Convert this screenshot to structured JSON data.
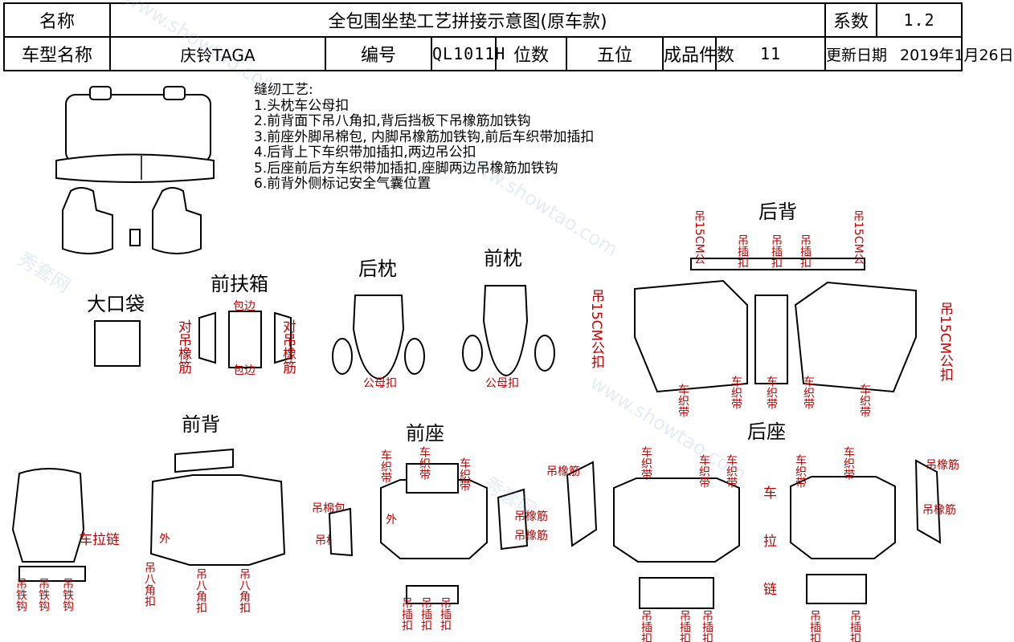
{
  "header": {
    "name_label": "名称",
    "title": "全包围坐垫工艺拼接示意图(原车款)",
    "coef_label": "系数",
    "coef_value": "1.2",
    "model_label": "车型名称",
    "model_value": "庆铃TAGA",
    "code_label": "编号",
    "code_value": "QL1011H",
    "seats_label": "位数",
    "seats_value": "五位",
    "pieces_label": "成品件数",
    "pieces_value": "11",
    "date_label": "更新日期",
    "date_value": "2019年1月26日"
  },
  "instructions": {
    "heading": "缝纫工艺:",
    "items": [
      "1.头枕车公母扣",
      "2.前背面下吊八角扣,背后挡板下吊橡筋加铁钩",
      "3.前座外脚吊棉包, 内脚吊橡筋加铁钩,前后车织带加插扣",
      "4.后背上下车织带加插扣,两边吊公扣",
      "5.后座前后方车织带加插扣,座脚两边吊橡筋加铁钩",
      "6.前背外侧标记安全气囊位置"
    ]
  },
  "sections": {
    "big_pocket": "大口袋",
    "front_armrest": "前扶箱",
    "rear_headrest": "后枕",
    "front_headrest": "前枕",
    "rear_back": "后背",
    "front_back": "前背",
    "front_seat": "前座",
    "rear_seat": "后座"
  },
  "labels": {
    "dui_diao_xiangjin": "对吊橡筋",
    "bao_bian": "包边",
    "gong_mu_kou": "公母扣",
    "diao_15cm_gong": "吊15CM公",
    "diao_15cm_gong_kou": "吊15CM公扣",
    "diao_cha_kou": "吊插扣",
    "che_zhi_dai": "车织带",
    "diao_tie_gou": "吊铁钩",
    "che_la_lian": "车拉链",
    "wai": "外",
    "diao_ba_jiao_kou": "吊八角扣",
    "diao_mian_bao": "吊棉包",
    "diao_xiang_jin": "吊橡筋",
    "che": "车",
    "la": "拉",
    "lian": "链",
    "mu": "母",
    "gong": "公"
  },
  "watermark": {
    "text_a": "秀套网",
    "text_b": "www.showtao.com"
  }
}
